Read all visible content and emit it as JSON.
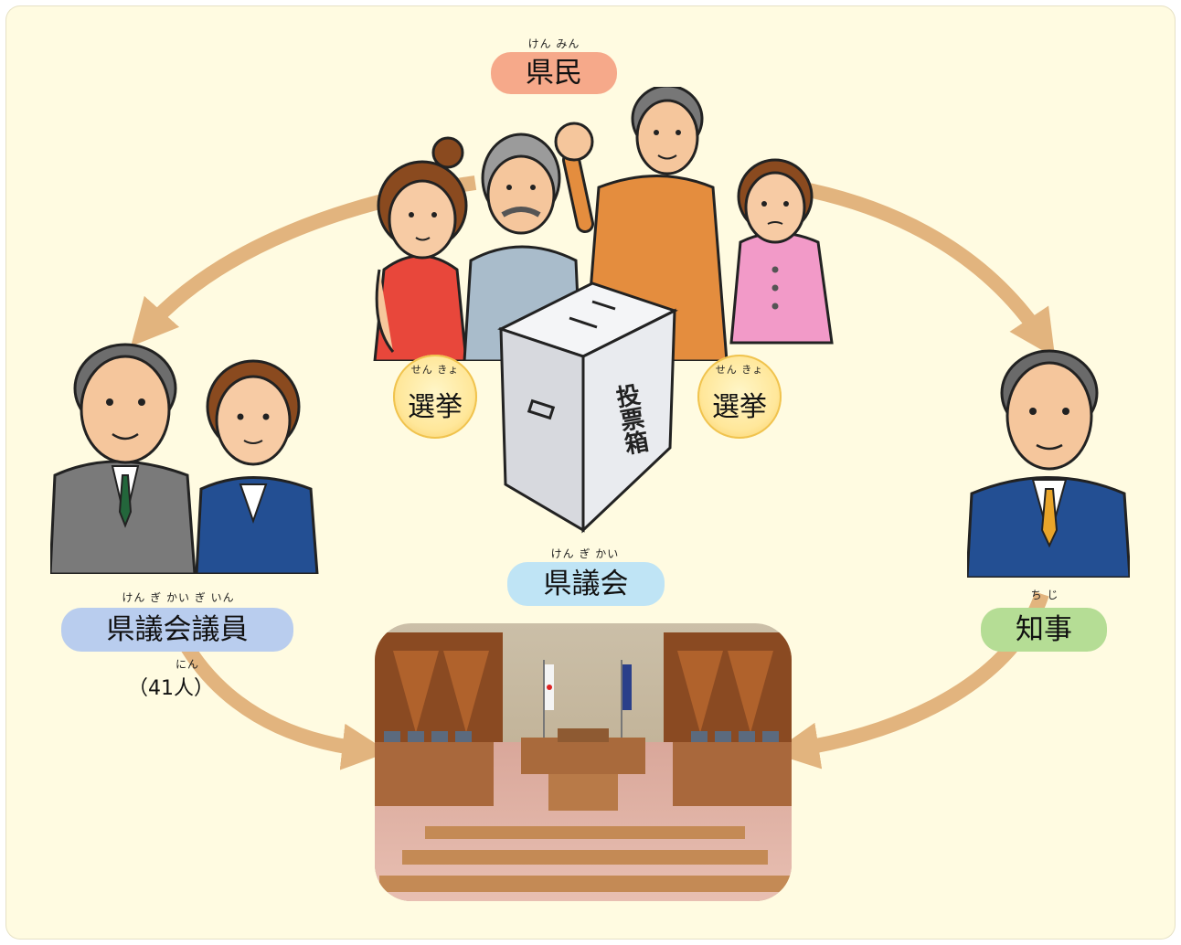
{
  "citizens": {
    "ruby": "けん みん",
    "label": "県民"
  },
  "assembly": {
    "ruby": "けん ぎ かい",
    "label": "県議会"
  },
  "members": {
    "ruby": "けん ぎ かい ぎ いん",
    "label": "県議会議員",
    "count_ruby": "にん",
    "count": "（41人）"
  },
  "governor": {
    "ruby": "ち じ",
    "label": "知事"
  },
  "election_left": {
    "ruby": "せん きょ",
    "label": "選挙"
  },
  "election_right": {
    "ruby": "せん きょ",
    "label": "選挙"
  },
  "ballot_box": {
    "label": "投票箱"
  },
  "colors": {
    "background": "#fffbe1",
    "arrow": "#e2b47e",
    "citizens_pill": "#f6a98a",
    "assembly_pill": "#bfe4f5",
    "members_pill": "#b9cdee",
    "governor_pill": "#b5dd95"
  }
}
